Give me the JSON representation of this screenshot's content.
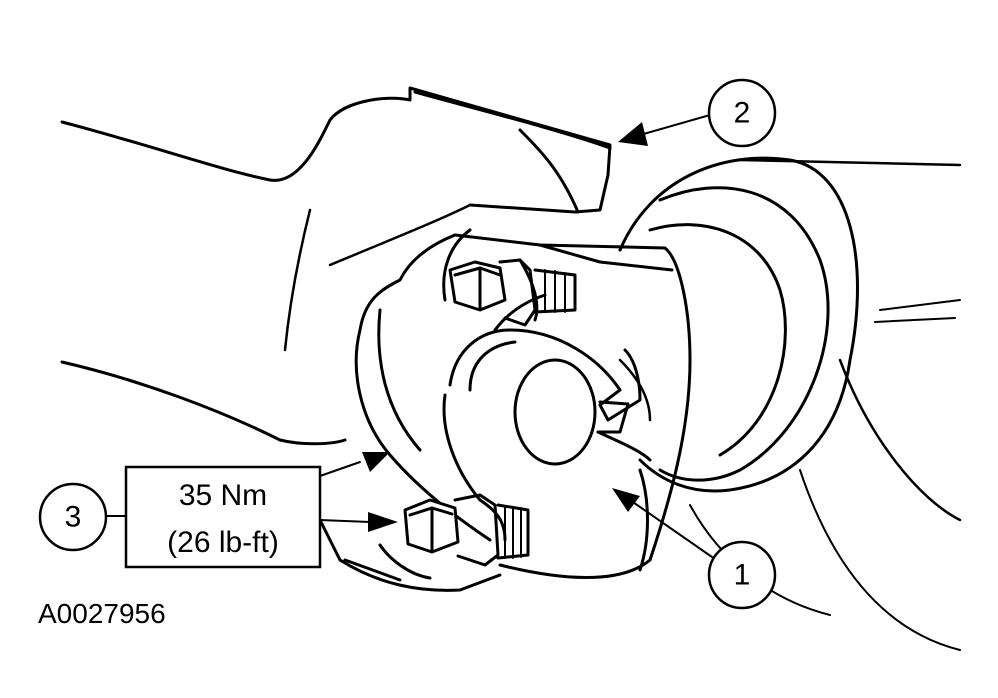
{
  "figure_id": "A0027956",
  "callouts": [
    {
      "number": "1"
    },
    {
      "number": "2"
    },
    {
      "number": "3"
    }
  ],
  "torque": {
    "metric": "35 Nm",
    "imperial": "(26 lb-ft)"
  },
  "colors": {
    "line": "#000000",
    "background": "#ffffff"
  }
}
